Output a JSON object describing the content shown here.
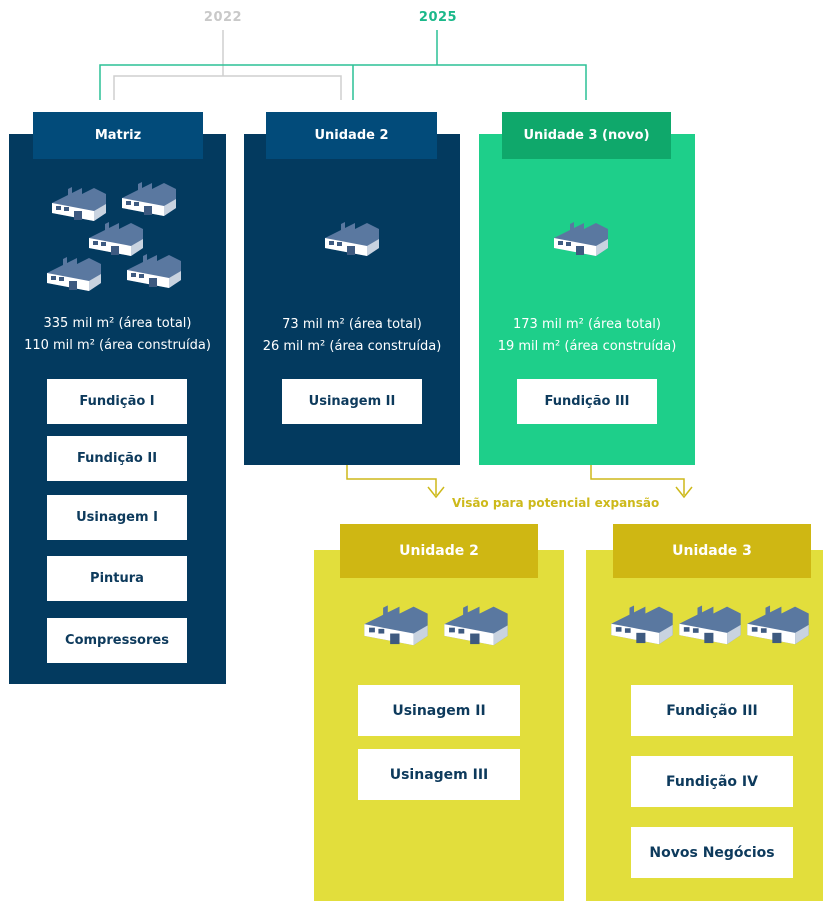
{
  "years": {
    "past": "2022",
    "future": "2025"
  },
  "colors": {
    "navy": "#033a5f",
    "navy_tab": "#024b7a",
    "green": "#1ecf8a",
    "green_tab": "#0fa86b",
    "yellow": "#e2de3c",
    "yellow_tab": "#cfb713",
    "year_past": "#c9c9c9",
    "year_future": "#1bb88a",
    "arrow": "#cdb91a"
  },
  "matriz": {
    "title": "Matriz",
    "factory_icon_count": 5,
    "area_total": "335 mil m² (área total)",
    "area_built": "110 mil m² (área construída)",
    "items": [
      "Fundição I",
      "Fundição II",
      "Usinagem I",
      "Pintura",
      "Compressores"
    ]
  },
  "unidade2": {
    "title": "Unidade 2",
    "factory_icon_count": 1,
    "area_total": "73 mil m² (área total)",
    "area_built": "26 mil m² (área construída)",
    "items": [
      "Usinagem II"
    ]
  },
  "unidade3": {
    "title": "Unidade 3 (novo)",
    "factory_icon_count": 1,
    "area_total": "173 mil m² (área total)",
    "area_built": "19 mil m² (área construída)",
    "items": [
      "Fundição III"
    ]
  },
  "expansion": {
    "label": "Visão para potencial expansão",
    "unidade2": {
      "title": "Unidade 2",
      "factory_icon_count": 2,
      "items": [
        "Usinagem II",
        "Usinagem III"
      ]
    },
    "unidade3": {
      "title": "Unidade 3",
      "factory_icon_count": 3,
      "items": [
        "Fundição III",
        "Fundição IV",
        "Novos Negócios"
      ]
    }
  }
}
